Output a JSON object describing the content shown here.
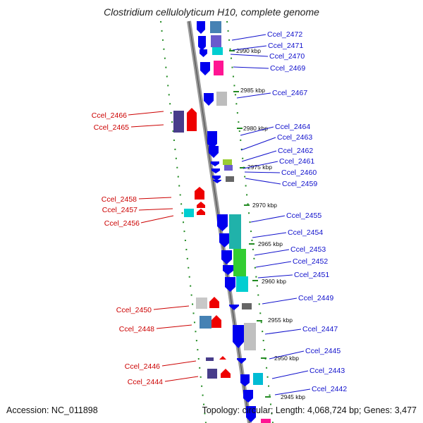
{
  "title": "Clostridium cellulolyticum H10, complete genome",
  "footer": {
    "accession": "Accession: NC_011898",
    "summary": "Topology: circular; Length: 4,068,724 bp; Genes: 3,477"
  },
  "colors": {
    "forward_gene": "#ee0000",
    "reverse_gene": "#0000ee",
    "backbone": "#888888",
    "dotted_guide": "#228b22",
    "left_label": "#cc0000",
    "right_label": "#1010cc"
  },
  "kbp_ticks": [
    "2990 kbp",
    "2985 kbp",
    "2980 kbp",
    "2975 kbp",
    "2970 kbp",
    "2965 kbp",
    "2960 kbp",
    "2955 kbp",
    "2950 kbp",
    "2945 kbp"
  ],
  "left_labels": [
    "Ccel_2466",
    "Ccel_2465",
    "Ccel_2458",
    "Ccel_2457",
    "Ccel_2456",
    "Ccel_2450",
    "Ccel_2448",
    "Ccel_2446",
    "Ccel_2444"
  ],
  "right_labels": [
    "Ccel_2472",
    "Ccel_2471",
    "Ccel_2470",
    "Ccel_2469",
    "Ccel_2467",
    "Ccel_2464",
    "Ccel_2463",
    "Ccel_2462",
    "Ccel_2461",
    "Ccel_2460",
    "Ccel_2459",
    "Ccel_2455",
    "Ccel_2454",
    "Ccel_2453",
    "Ccel_2452",
    "Ccel_2451",
    "Ccel_2449",
    "Ccel_2447",
    "Ccel_2445",
    "Ccel_2443",
    "Ccel_2442"
  ]
}
